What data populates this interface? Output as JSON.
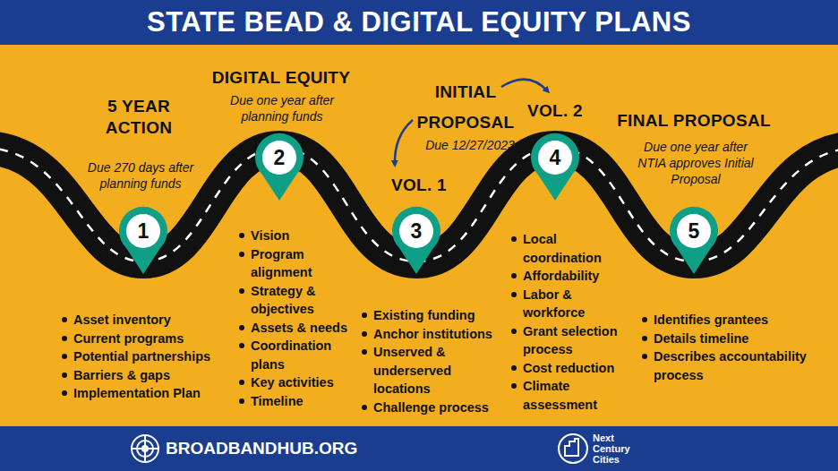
{
  "diagram": {
    "title": "STATE BEAD & DIGITAL EQUITY PLANS",
    "nodes": [
      {
        "text": [
          "1"
        ]
      },
      {
        "text": [
          "2"
        ]
      },
      {
        "text": [
          "3"
        ]
      },
      {
        "text": [
          "4"
        ]
      },
      {
        "text": [
          "5"
        ]
      }
    ],
    "labels": [
      "5 YEAR ACTION",
      "Due 270 days after planning funds",
      "Asset inventory",
      "Current programs",
      "Potential partnerships",
      "Barriers & gaps",
      "Implementation Plan",
      "DIGITAL EQUITY",
      "Due one year after planning funds",
      "Vision",
      "Program alignment",
      "Strategy & objectives",
      "Assets & needs",
      "Coordination plans",
      "Key activities",
      "Timeline",
      "INITIAL PROPOSAL",
      "Due 12/27/2023",
      "VOL. 1",
      "Existing funding",
      "Anchor institutions",
      "Unserved & underserved locations",
      "Challenge process",
      "VOL. 2",
      "Local coordination",
      "Affordability",
      "Labor & workforce",
      "Grant selection process",
      "Cost reduction",
      "Climate assessment",
      "FINAL PROPOSAL",
      "Due one year after NTIA approves Initial Proposal",
      "Identifies grantees",
      "Details timeline",
      "Describes accountability process",
      "BROADBANDHUB.ORG",
      "Next Century Cities"
    ]
  }
}
